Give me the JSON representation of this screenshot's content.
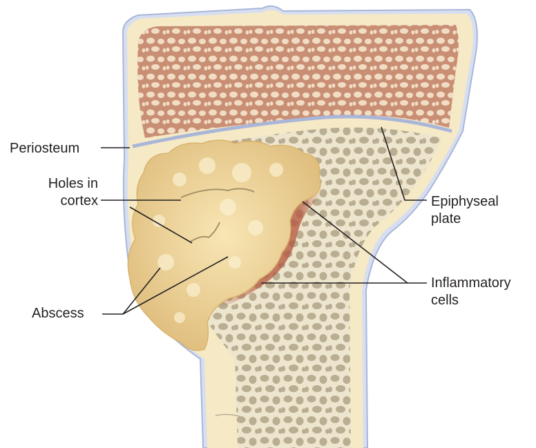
{
  "labels": {
    "periosteum": [
      "Periosteum"
    ],
    "holes_in_cortex": [
      "Holes in",
      "cortex"
    ],
    "abscess": [
      "Abscess"
    ],
    "epiphyseal_plate": [
      "Epiphyseal",
      "plate"
    ],
    "inflammatory_cells": [
      "Inflammatory",
      "cells"
    ]
  },
  "colors": {
    "bone_cortex": "#f5e9c6",
    "epiphysis_marrow": "#c98f74",
    "spongy_bone": "#c9bfa6",
    "abscess": "#ecd193",
    "inflammation": "#b5563f",
    "periosteum": "#a9b6d8",
    "leader_lines": "#231f20"
  }
}
